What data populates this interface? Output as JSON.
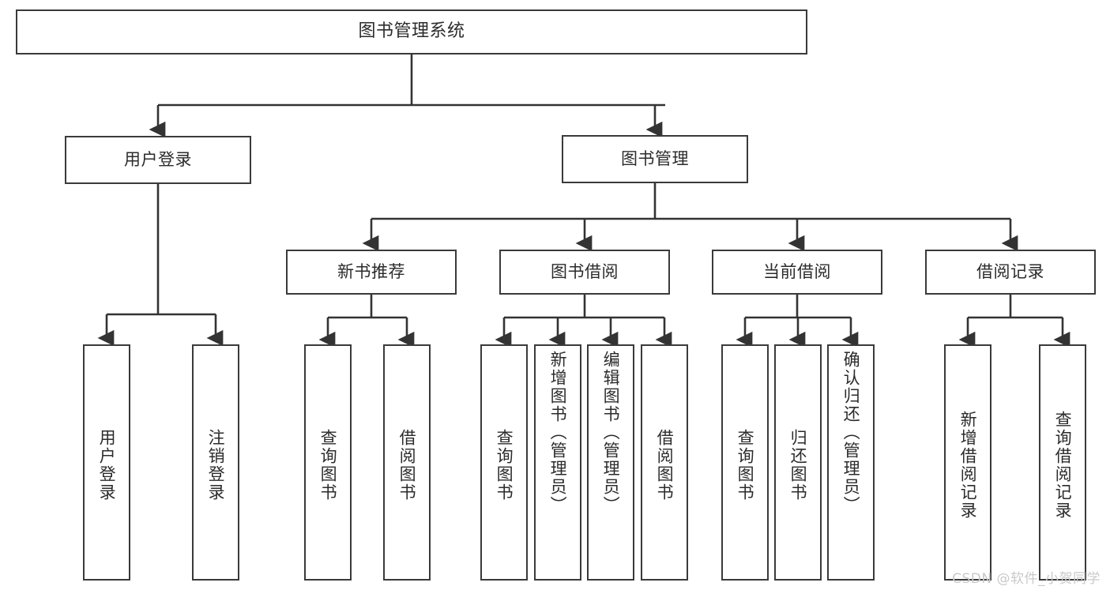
{
  "diagram": {
    "title": "图书管理系统",
    "type": "tree",
    "watermark": "CSDN @软件_小贺同学",
    "colors": {
      "box_border": "#3a3a3a",
      "box_fill": "#ffffff",
      "edge": "#333333",
      "text": "#2b2b2b",
      "watermark": "#c9c9c9",
      "background": "#ffffff"
    },
    "nodes": {
      "root": {
        "label": "图书管理系统"
      },
      "level2": [
        {
          "label": "用户登录"
        },
        {
          "label": "图书管理"
        }
      ],
      "level3": [
        {
          "label": "新书推荐"
        },
        {
          "label": "图书借阅"
        },
        {
          "label": "当前借阅"
        },
        {
          "label": "借阅记录"
        }
      ],
      "leaves": {
        "user_login": [
          {
            "label": "用户登录"
          },
          {
            "label": "注销登录"
          }
        ],
        "new_book_recommend": [
          {
            "label": "查询图书"
          },
          {
            "label": "借阅图书"
          }
        ],
        "book_borrow": [
          {
            "label": "查询图书"
          },
          {
            "label": "新增图书（管理员）"
          },
          {
            "label": "编辑图书（管理员）"
          },
          {
            "label": "借阅图书"
          }
        ],
        "current_borrow": [
          {
            "label": "查询图书"
          },
          {
            "label": "归还图书"
          },
          {
            "label": "确认归还（管理员）"
          }
        ],
        "borrow_record": [
          {
            "label": "新增借阅记录"
          },
          {
            "label": "查询借阅记录"
          }
        ]
      }
    }
  }
}
